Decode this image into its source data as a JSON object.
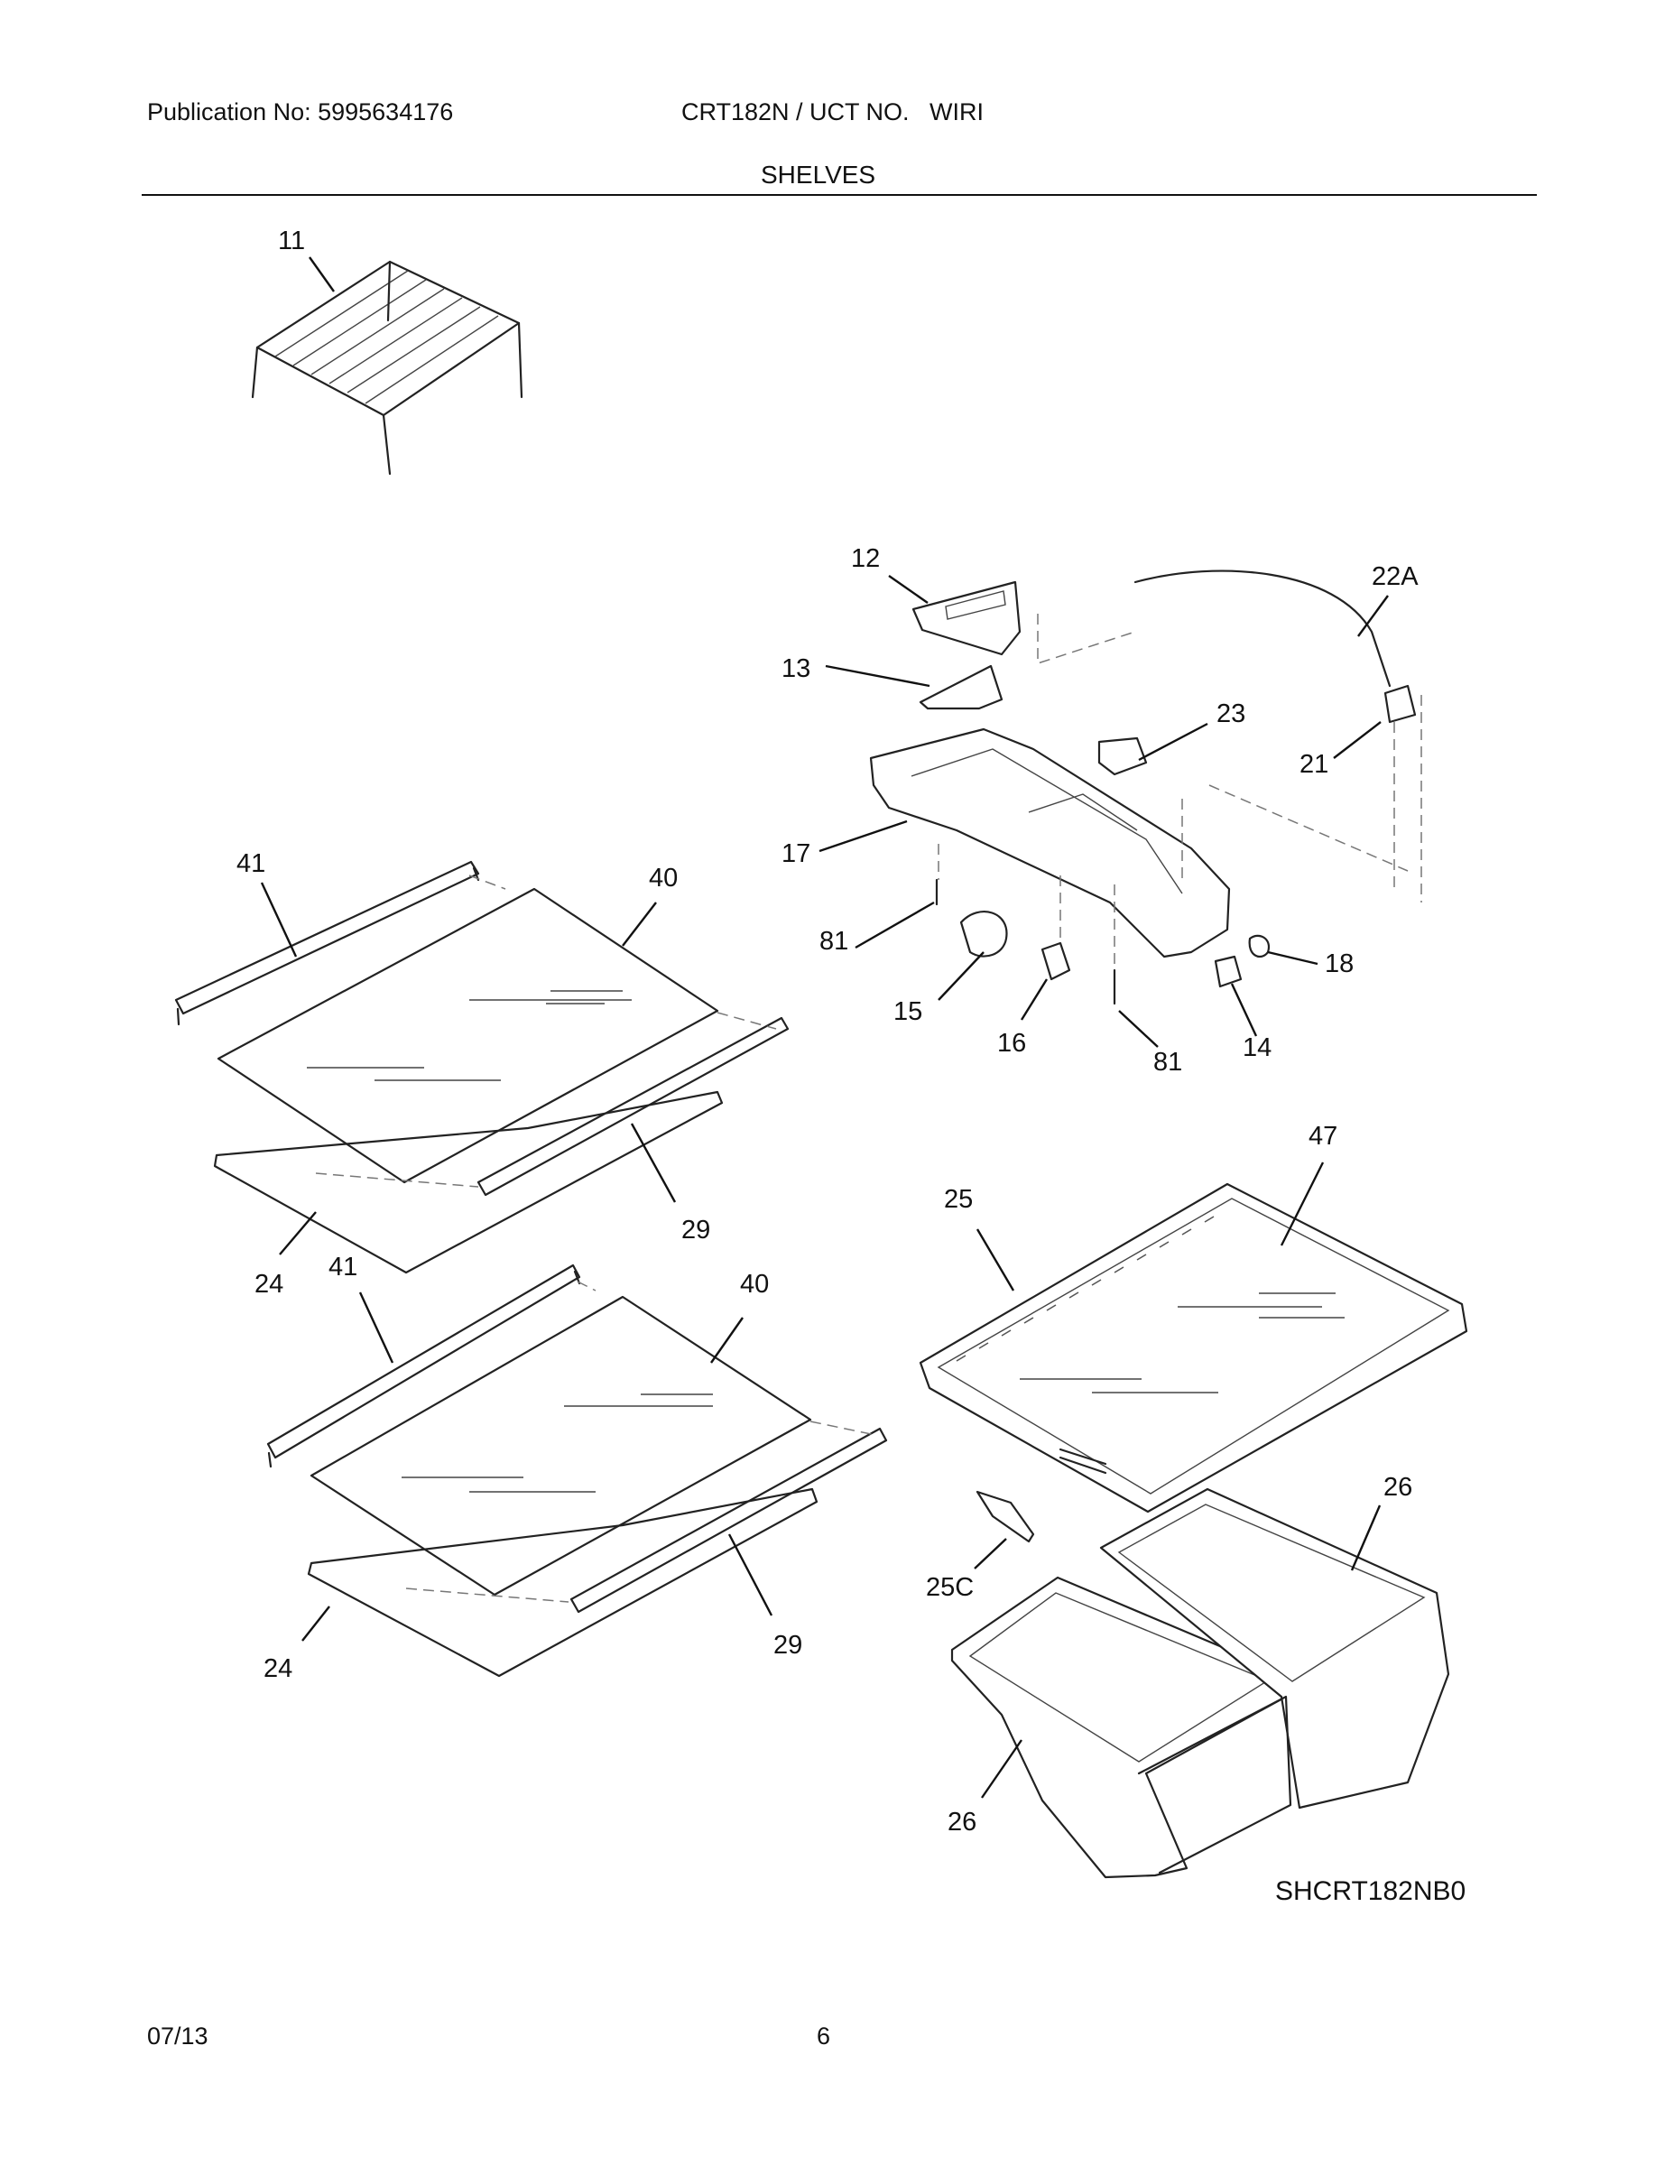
{
  "header": {
    "publication": "Publication No: 5995634176",
    "model": "CRT182N / UCT NO.",
    "code": "WIRI",
    "section_title": "SHELVES"
  },
  "diagram": {
    "diagram_id": "SHCRT182NB0",
    "callouts": {
      "c11": "11",
      "c12": "12",
      "c13": "13",
      "c22a": "22A",
      "c23": "23",
      "c21": "21",
      "c17": "17",
      "c81a": "81",
      "c18": "18",
      "c15": "15",
      "c16": "16",
      "c81b": "81",
      "c14": "14",
      "c41a": "41",
      "c40a": "40",
      "c29a": "29",
      "c24a": "24",
      "c41b": "41",
      "c40b": "40",
      "c29b": "29",
      "c24b": "24",
      "c47": "47",
      "c25": "25",
      "c25c": "25C",
      "c26a": "26",
      "c26b": "26"
    }
  },
  "footer": {
    "date": "07/13",
    "page_number": "6"
  }
}
